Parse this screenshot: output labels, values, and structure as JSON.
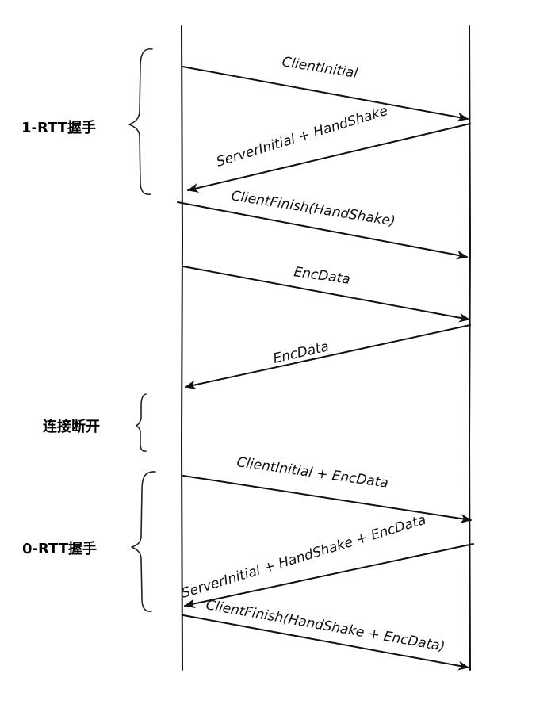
{
  "phases": [
    {
      "label": "1-RTT握手"
    },
    {
      "label": "连接断开"
    },
    {
      "label": "0-RTT握手"
    }
  ],
  "messages": [
    {
      "label": "ClientInitial",
      "direction": "client-to-server"
    },
    {
      "label": "ServerInitial + HandShake",
      "direction": "server-to-client"
    },
    {
      "label": "ClientFinish(HandShake)",
      "direction": "client-to-server"
    },
    {
      "label": "EncData",
      "direction": "client-to-server"
    },
    {
      "label": "EncData",
      "direction": "server-to-client"
    },
    {
      "label": "ClientInitial + EncData",
      "direction": "client-to-server"
    },
    {
      "label": "ServerInitial + HandShake + EncData",
      "direction": "server-to-client"
    },
    {
      "label": "ClientFinish(HandShake + EncData)",
      "direction": "client-to-server"
    }
  ]
}
